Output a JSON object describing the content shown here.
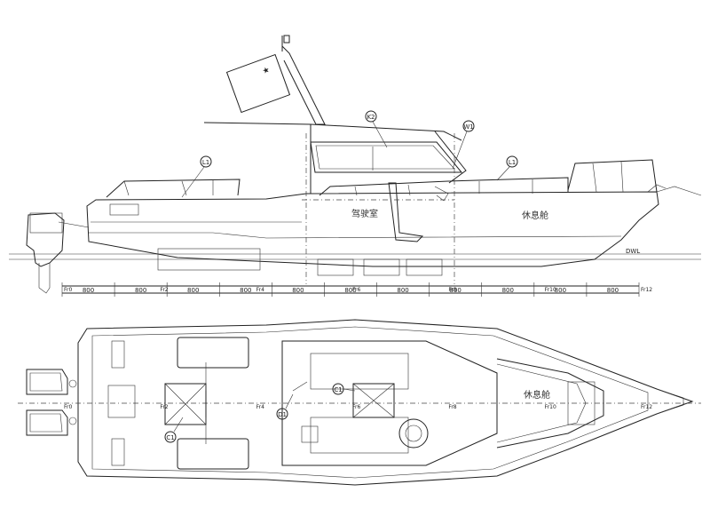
{
  "labels": {
    "k2": "K2",
    "w1": "W1",
    "l1_left": "L1",
    "l1_right": "L1",
    "c1_deck": "C1",
    "c1_wheel": "C1",
    "d1": "D1",
    "wheelhouse": "驾驶室",
    "rest_cabin": "休息舱",
    "rest_cabin_plan": "休息舱",
    "dwl": "DWL"
  },
  "frame_labels": [
    "Fr0",
    "Fr2",
    "Fr4",
    "Fr6",
    "Fr8",
    "Fr10",
    "Fr12"
  ],
  "spacing_label": "800",
  "spacing_mm": 800,
  "segment_count": 11,
  "colors": {
    "line": "#222222",
    "background": "#ffffff"
  }
}
